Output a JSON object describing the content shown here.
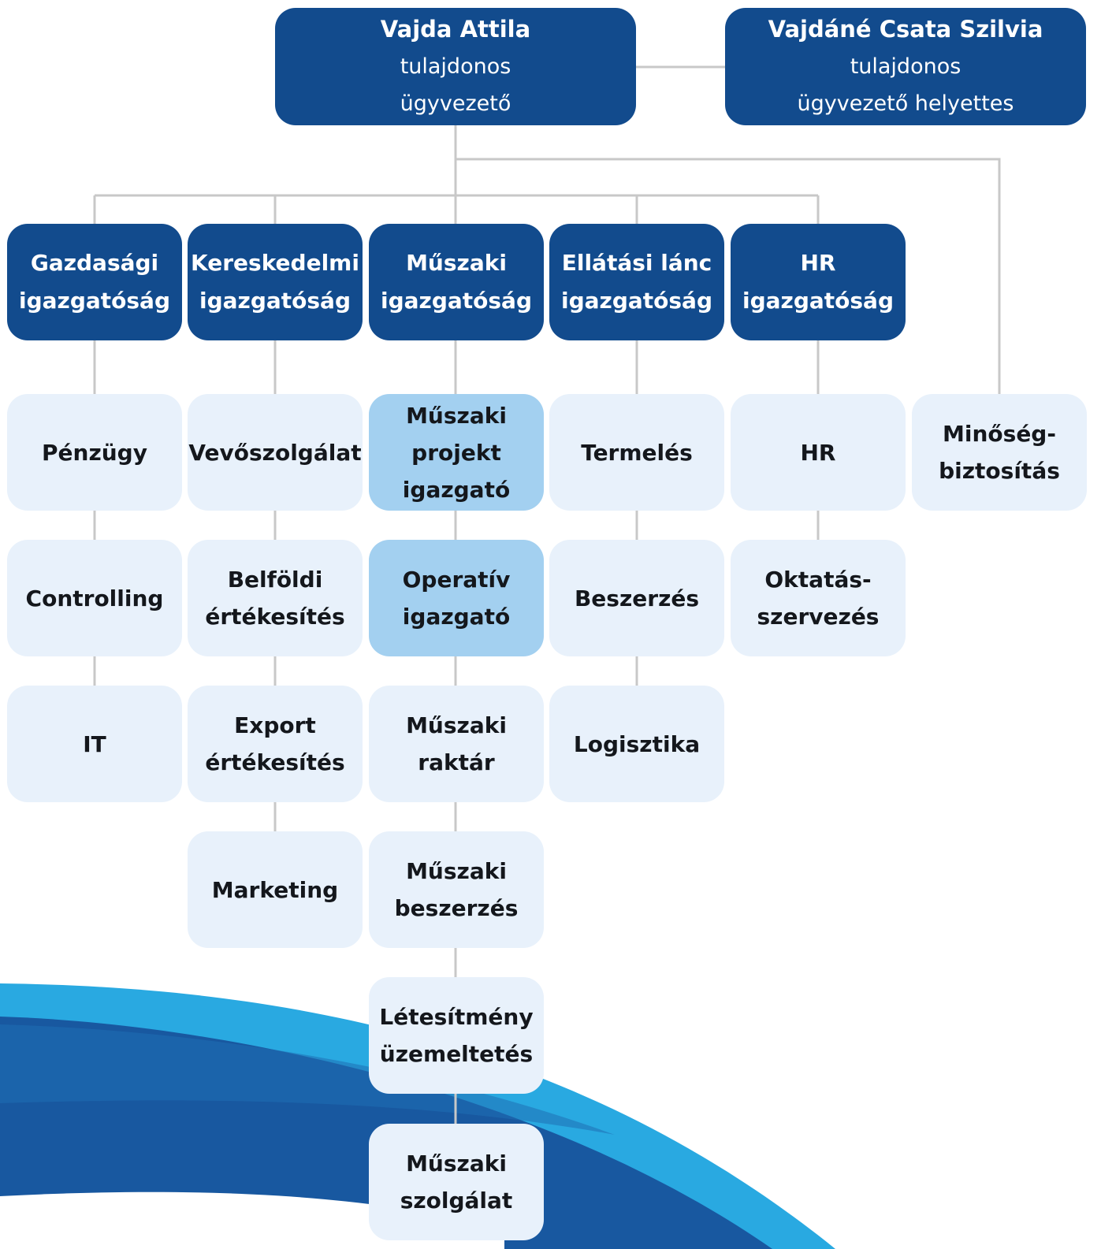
{
  "colors": {
    "dark_box": "#124b8d",
    "light_box": "#e8f1fb",
    "highlight_box": "#a3d0f0",
    "connector": "#c8c8c8",
    "wave_light": "#29a9e1",
    "wave_dark": "#1858a0"
  },
  "executives": [
    {
      "name": "Vajda Attila",
      "role1": "tulajdonos",
      "role2": "ügyvezető"
    },
    {
      "name": "Vajdáné Csata Szilvia",
      "role1": "tulajdonos",
      "role2": "ügyvezető helyettes"
    }
  ],
  "directorates": [
    {
      "line1": "Gazdasági",
      "line2": "igazgatóság"
    },
    {
      "line1": "Kereskedelmi",
      "line2": "igazgatóság"
    },
    {
      "line1": "Műszaki",
      "line2": "igazgatóság"
    },
    {
      "line1": "Ellátási lánc",
      "line2": "igazgatóság"
    },
    {
      "line1": "HR",
      "line2": "igazgatóság"
    }
  ],
  "units": {
    "gazdasagi": [
      {
        "l1": "Pénzügy"
      },
      {
        "l1": "Controlling"
      },
      {
        "l1": "IT"
      }
    ],
    "kereskedelmi": [
      {
        "l1": "Vevőszolgálat"
      },
      {
        "l1": "Belföldi",
        "l2": "értékesítés"
      },
      {
        "l1": "Export",
        "l2": "értékesítés"
      },
      {
        "l1": "Marketing"
      }
    ],
    "muszaki": [
      {
        "l1": "Műszaki",
        "l2": "projekt",
        "l3": "igazgató"
      },
      {
        "l1": "Operatív",
        "l2": "igazgató"
      },
      {
        "l1": "Műszaki",
        "l2": "raktár"
      },
      {
        "l1": "Műszaki",
        "l2": "beszerzés"
      },
      {
        "l1": "Létesítmény",
        "l2": "üzemeltetés"
      },
      {
        "l1": "Műszaki",
        "l2": "szolgálat"
      }
    ],
    "ellatasi": [
      {
        "l1": "Termelés"
      },
      {
        "l1": "Beszerzés"
      },
      {
        "l1": "Logisztika"
      }
    ],
    "hr": [
      {
        "l1": "HR"
      },
      {
        "l1": "Oktatás-",
        "l2": "szervezés"
      }
    ],
    "minoseg": [
      {
        "l1": "Minőség-",
        "l2": "biztosítás"
      }
    ]
  }
}
